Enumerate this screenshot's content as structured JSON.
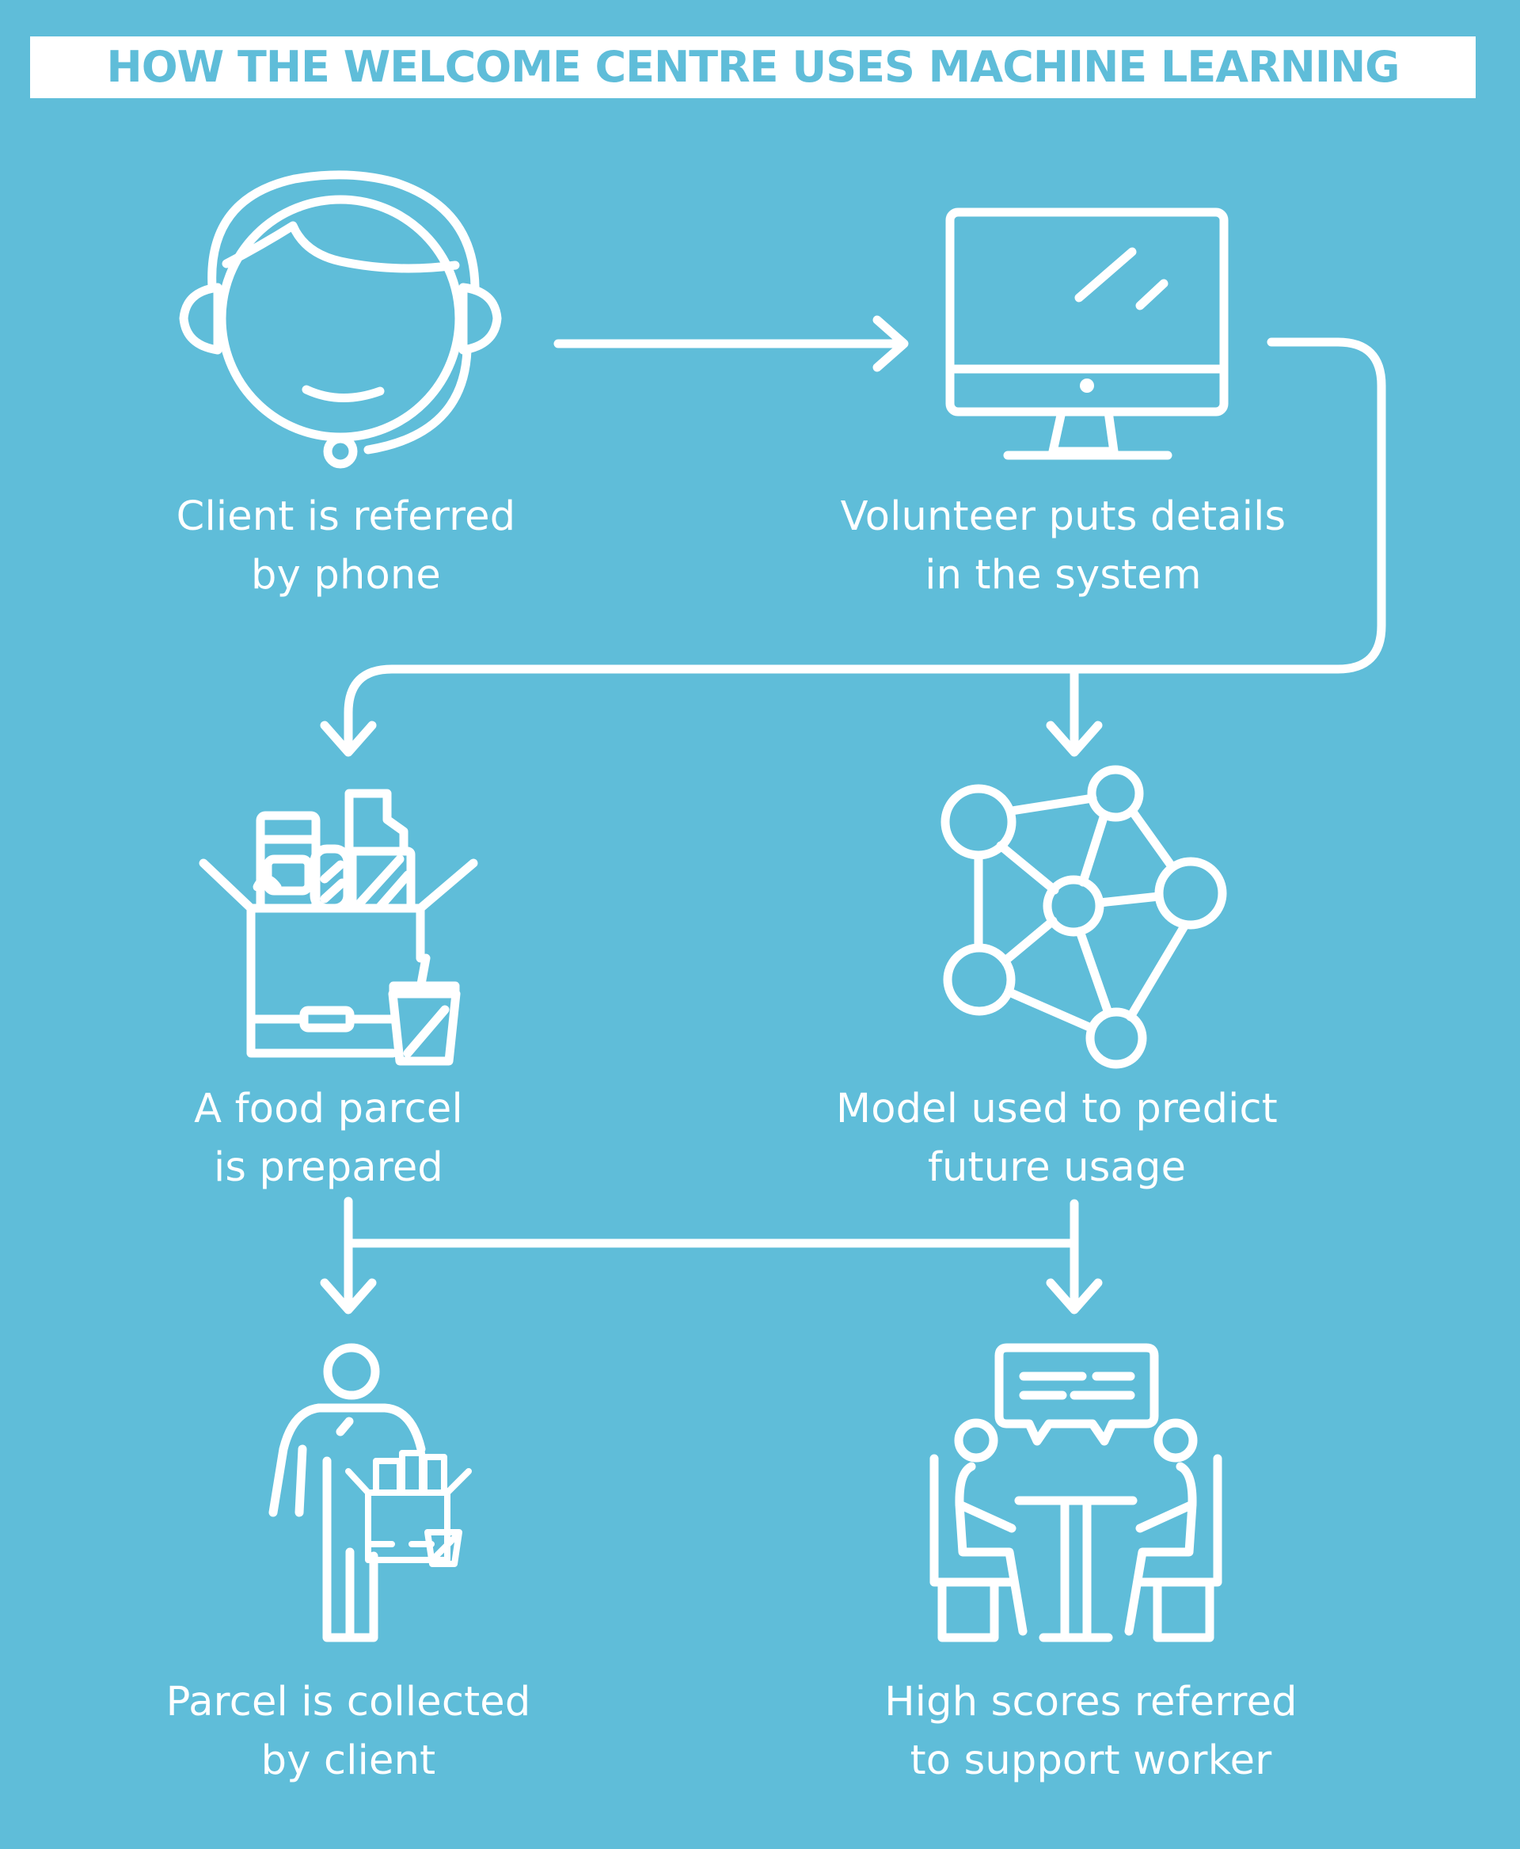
{
  "title": "HOW THE WELCOME CENTRE USES MACHINE LEARNING",
  "colors": {
    "background": "#5fbdd9",
    "foreground": "#ffffff",
    "title_text": "#5fbdd9"
  },
  "steps": [
    {
      "icon": "headset-agent-icon",
      "line1": "Client is referred",
      "line2": "by phone"
    },
    {
      "icon": "desktop-monitor-icon",
      "line1": "Volunteer puts details",
      "line2": "in the system"
    },
    {
      "icon": "food-box-icon",
      "line1": "A food parcel",
      "line2": "is prepared"
    },
    {
      "icon": "network-model-icon",
      "line1": "Model used to predict",
      "line2": "future usage"
    },
    {
      "icon": "person-carrying-parcel-icon",
      "line1": "Parcel is collected",
      "line2": "by client"
    },
    {
      "icon": "meeting-conversation-icon",
      "line1": "High scores referred",
      "line2": "to support worker"
    }
  ]
}
